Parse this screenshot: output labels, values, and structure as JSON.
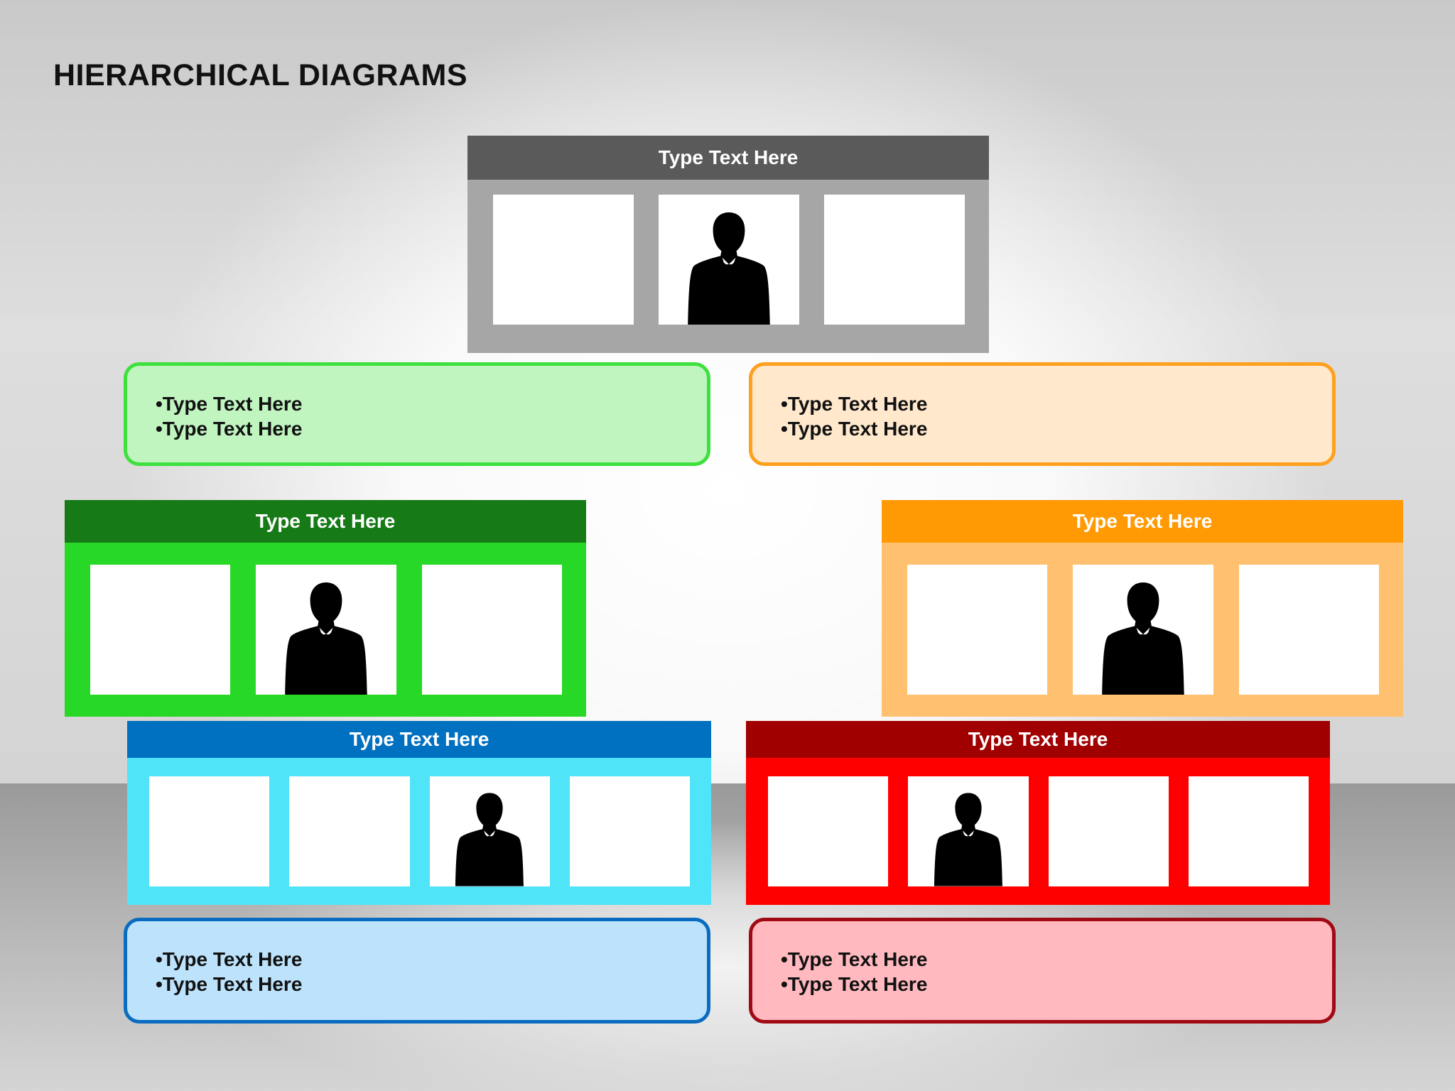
{
  "title": "HIERARCHICAL DIAGRAMS",
  "colors": {
    "gray_header": "#5a5a5a",
    "gray_frame": "#a6a6a6",
    "green_header": "#167a16",
    "green_frame": "#27d827",
    "orange_header": "#ff9a05",
    "orange_frame": "#ffc170",
    "blue_header": "#0070c0",
    "blue_frame": "#50e4f8",
    "red_header": "#a00000",
    "red_frame": "#ff0000"
  },
  "units": {
    "top": {
      "header": "Type Text Here"
    },
    "green": {
      "header": "Type Text Here"
    },
    "orange": {
      "header": "Type Text Here"
    },
    "blue": {
      "header": "Type Text Here"
    },
    "red": {
      "header": "Type Text Here"
    }
  },
  "bullet_boxes": {
    "green": [
      "•Type Text Here",
      "•Type Text Here"
    ],
    "orange": [
      "•Type Text Here",
      "•Type Text Here"
    ],
    "blue": [
      "•Type Text Here",
      "•Type Text Here"
    ],
    "red": [
      "•Type Text Here",
      "•Type Text Here"
    ]
  },
  "icons": {
    "person": "person-silhouette-icon"
  }
}
